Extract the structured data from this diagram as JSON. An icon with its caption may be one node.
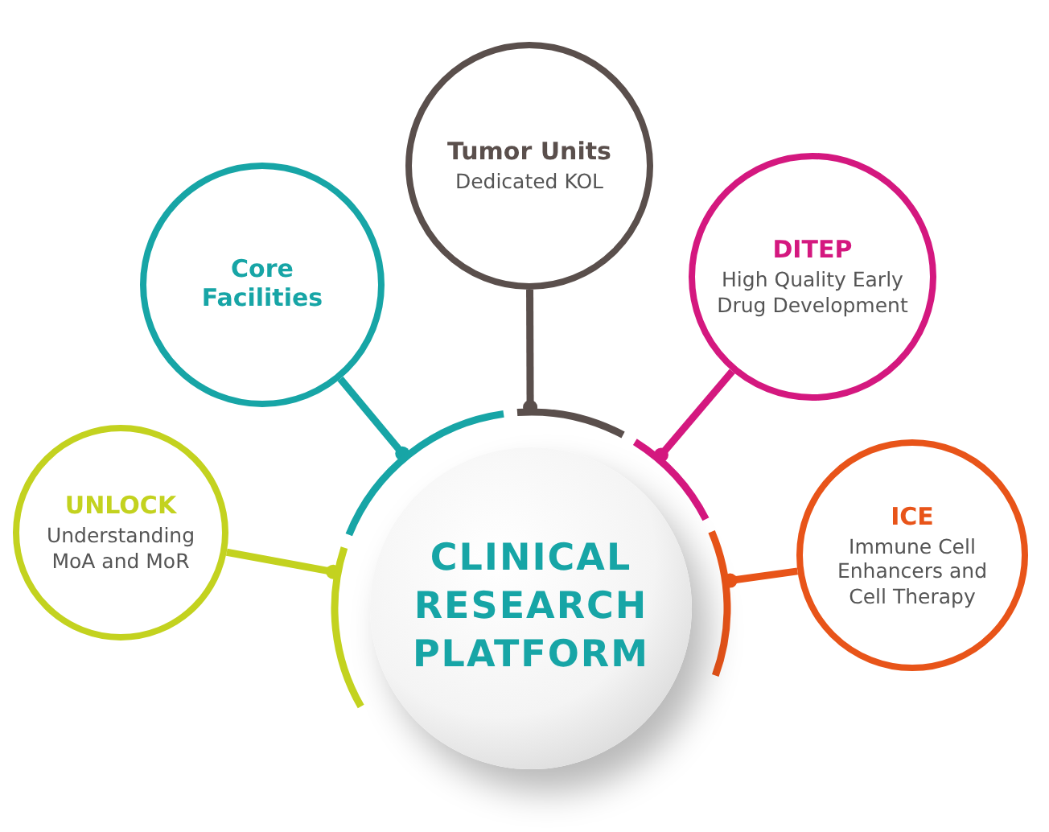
{
  "diagram": {
    "nodes": [
      {
        "text": [
          "Tumor Units",
          "Dedicated KOL"
        ]
      },
      {
        "text": [
          "Core Facilities"
        ]
      },
      {
        "text": [
          "DITEP",
          "High Quality Early Drug Development"
        ]
      },
      {
        "text": [
          "UNLOCK",
          "Understanding MoA and MoR"
        ]
      },
      {
        "text": [
          "ICE",
          "Immune Cell Enhancers and Cell Therapy"
        ]
      },
      {
        "text": [
          "CLINICAL RESEARCH PLATFORM"
        ]
      }
    ],
    "edges": [
      {
        "from": 5,
        "to": 0,
        "arrow": "other",
        "color": "#5a4f4c"
      },
      {
        "from": 5,
        "to": 1,
        "arrow": "other",
        "color": "#17a5a6"
      },
      {
        "from": 5,
        "to": 2,
        "arrow": "other",
        "color": "#d4187f"
      },
      {
        "from": 5,
        "to": 3,
        "arrow": "other",
        "color": "#c3d21f"
      },
      {
        "from": 5,
        "to": 4,
        "arrow": "other",
        "color": "#e85419"
      }
    ]
  }
}
